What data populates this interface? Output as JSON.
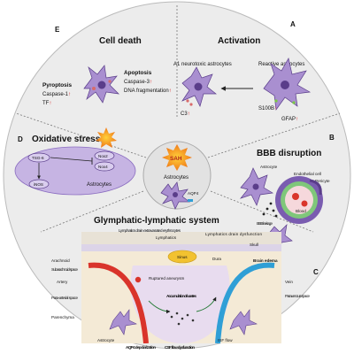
{
  "sections": {
    "a": {
      "letter": "A",
      "title": "Activation",
      "left_label": "A1 neurotoxic astrocytes",
      "right_label": "Reactive astrocytes",
      "marker_c3": "C3",
      "marker_s100b": "S100B",
      "marker_gfap": "GFAP",
      "arrow_up": "↑"
    },
    "b": {
      "letter": "B",
      "title": "BBB disruption",
      "astrocyte": "Astrocyte",
      "endothelial": "Endothelial cell",
      "pericyte": "Pericyte",
      "blood": "Blood",
      "leakage": "BBB leakage"
    },
    "c": {
      "letter": "C",
      "title": "Glymphatic-lymphatic system",
      "lymph_drain": "Lymphatics drain extravasated erythrocytes",
      "lymphatics": "Lymphatics",
      "lymph_dysfunction": "Lymphatics drain dysfunction",
      "sinus": "Sinus",
      "skull": "Skull",
      "dura": "Dura",
      "arachnoid": "Arachnoid",
      "subarachnoid": "Subarachnoid space",
      "artery": "Artery",
      "ruptured": "Ruptured aneurysm",
      "para_arterial": "Para-arterial space",
      "parenchyma": "Parenchyma",
      "accumulation": "Accumulation of wastes",
      "vein": "Vein",
      "paravenous": "Paravenous space",
      "brain_edema": "Brain edema",
      "astrocyte": "Astrocyte",
      "aqp4_dep": "AQP4 depolarization",
      "csf_flow": "CSF flow dysfunction",
      "isf_flow": "ISF flow"
    },
    "d": {
      "letter": "D",
      "title": "Oxidative stress",
      "tsg6": "TSG-6",
      "nox2": "Nox2",
      "nox4": "Nox4",
      "inos": "iNOS",
      "astrocytes": "Astrocytes"
    },
    "e": {
      "letter": "E",
      "title": "Cell death",
      "pyroptosis": "Pyroptosis",
      "apoptosis": "Apoptosis",
      "caspase1": "Caspase-1",
      "tf": "TF",
      "caspase3": "Caspase-3",
      "dna": "DNA fragmentation",
      "arrow_up": "↑"
    }
  },
  "center": {
    "sah": "SAH",
    "astrocytes": "Astrocytes",
    "aqp4": "AQP4"
  },
  "colors": {
    "astrocyte": "#a98fd0",
    "astrocyte_dark": "#5a3d8a",
    "background": "#ececec",
    "artery": "#d9342b",
    "vein": "#2f9fd6",
    "sinus": "#f2c230",
    "increase": "#d81f1f"
  }
}
